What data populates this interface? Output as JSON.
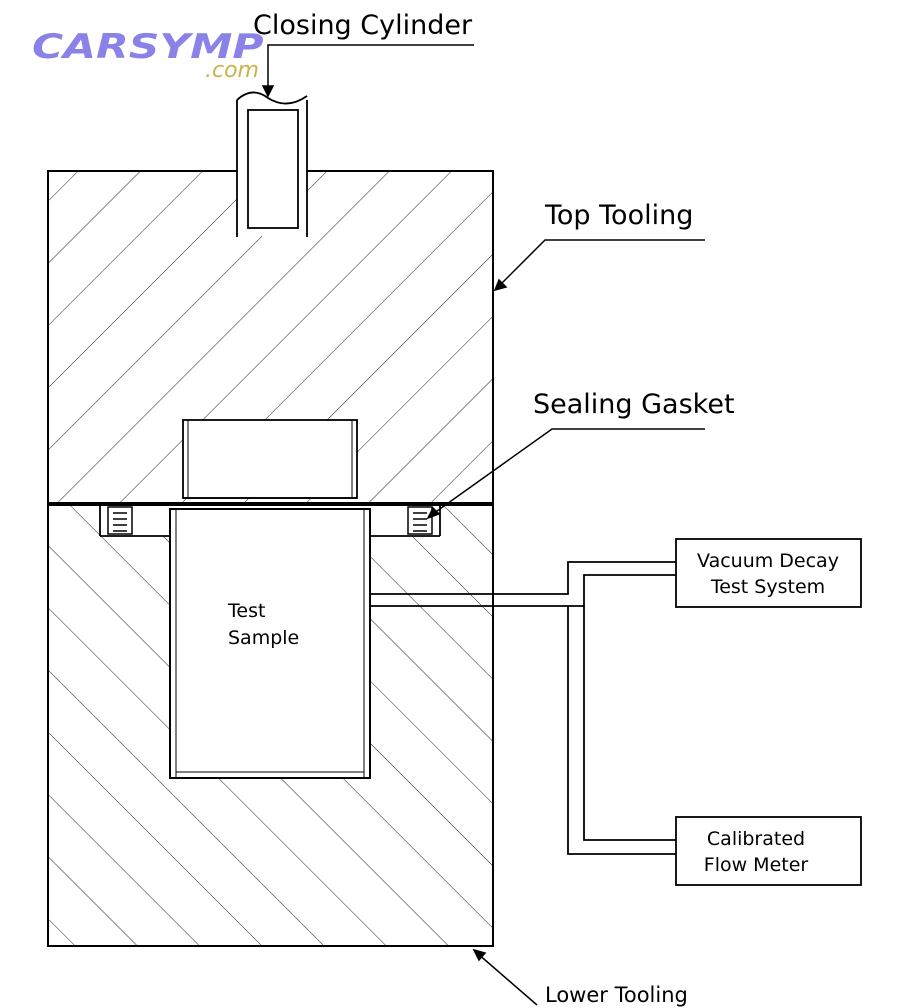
{
  "logo": {
    "main": "CARSYMP",
    "sub": ".com",
    "color": "#8a82e6",
    "sub_color": "#c9b44a"
  },
  "labels": {
    "closing_cylinder": "Closing Cylinder",
    "top_tooling": "Top Tooling",
    "sealing_gasket": "Sealing Gasket",
    "lower_tooling": "Lower Tooling",
    "test_sample_line1": "Test",
    "test_sample_line2": "Sample",
    "vacuum_line1": "Vacuum Decay",
    "vacuum_line2": "Test System",
    "flow_line1": "Calibrated",
    "flow_line2": "Flow Meter"
  }
}
